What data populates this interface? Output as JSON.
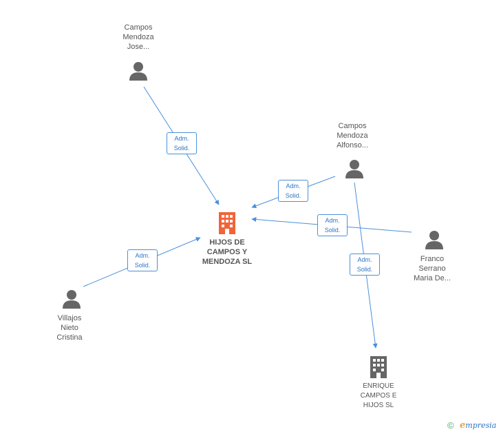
{
  "nodes": {
    "main_company": {
      "label": "HIJOS DE\nCAMPOS Y\nMENDOZA SL",
      "color": "#f0643a"
    },
    "enrique_company": {
      "label": "ENRIQUE\nCAMPOS E\nHIJOS SL",
      "color": "#666666"
    },
    "campos_jose": {
      "label": "Campos\nMendoza\nJose..."
    },
    "campos_alfonso": {
      "label": "Campos\nMendoza\nAlfonso..."
    },
    "franco_serrano": {
      "label": "Franco\nSerrano\nMaria De..."
    },
    "villajos_nieto": {
      "label": "Villajos\nNieto\nCristina"
    }
  },
  "edges": [
    {
      "from": "campos_jose",
      "to": "main_company",
      "label": "Adm.\nSolid."
    },
    {
      "from": "campos_alfonso",
      "to": "main_company",
      "label": "Adm.\nSolid."
    },
    {
      "from": "franco_serrano",
      "to": "main_company",
      "label": "Adm.\nSolid."
    },
    {
      "from": "villajos_nieto",
      "to": "main_company",
      "label": "Adm.\nSolid."
    },
    {
      "from": "campos_alfonso",
      "to": "enrique_company",
      "label": "Adm.\nSolid."
    }
  ],
  "footer": {
    "copyright": "©",
    "brand_e": "e",
    "brand_rest": "mpresia"
  },
  "colors": {
    "edge": "#4a90d9",
    "person_icon": "#666666"
  }
}
